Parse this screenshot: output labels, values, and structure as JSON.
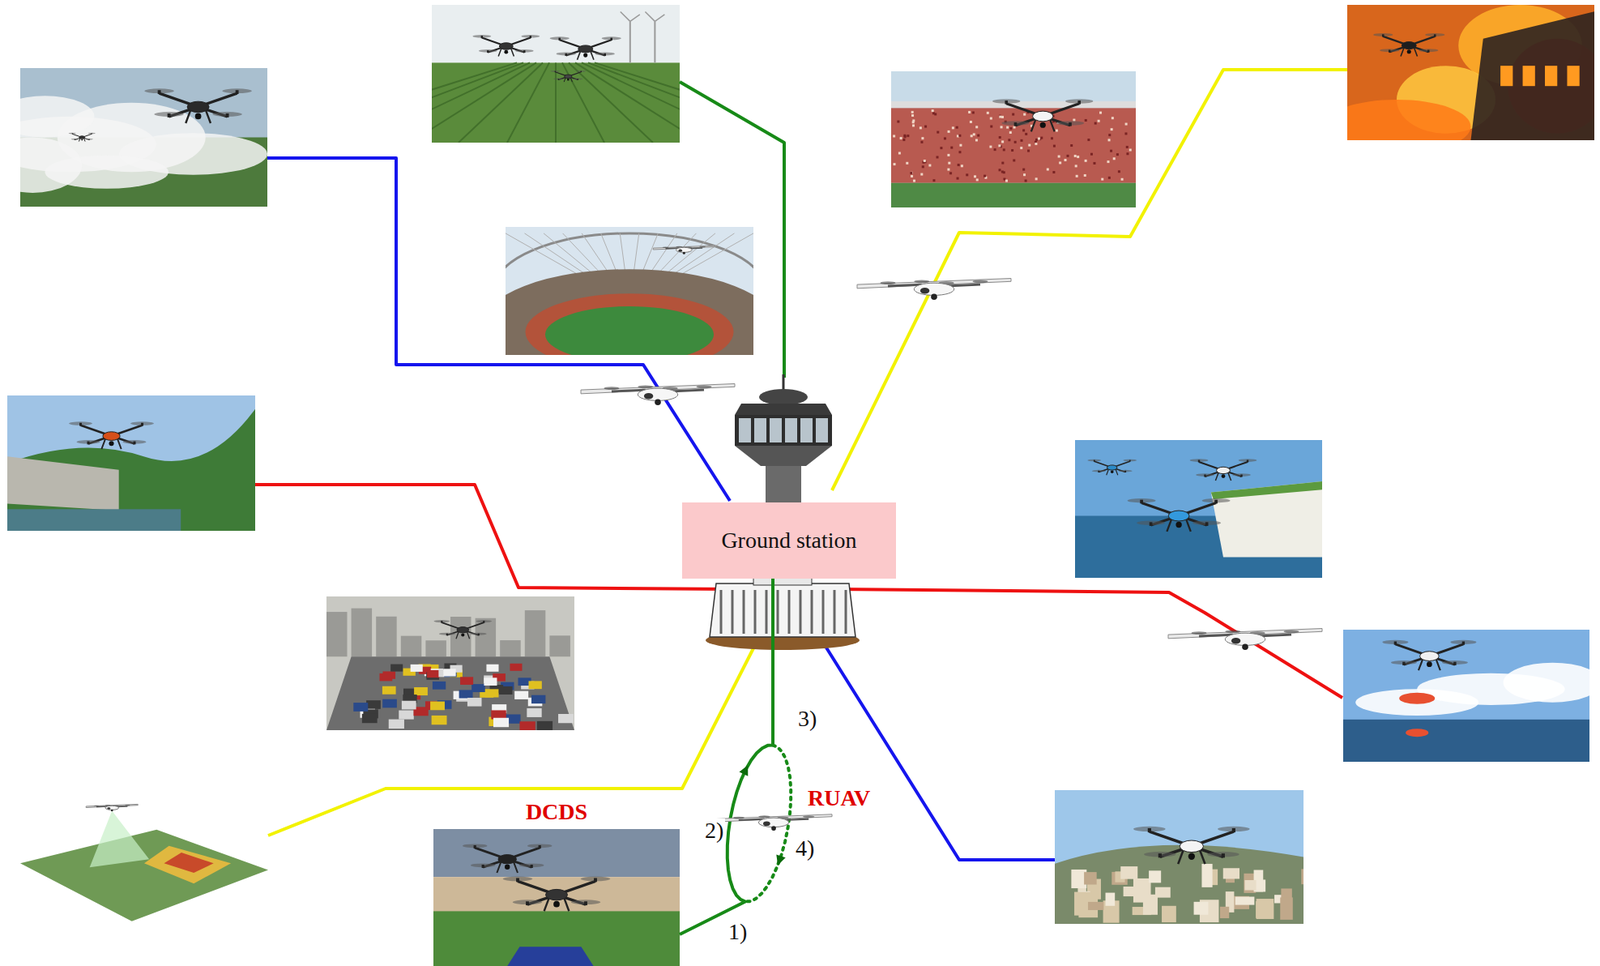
{
  "diagram": {
    "nodes": [
      {
        "text": [
          "Ground station"
        ]
      },
      {
        "text": [
          "DCDS"
        ]
      }
    ],
    "edges": [
      {
        "from": 1,
        "to": 0,
        "arrow": "none"
      }
    ],
    "labels": [
      "RUAV",
      "1)",
      "2)",
      "3)",
      "4)"
    ]
  }
}
